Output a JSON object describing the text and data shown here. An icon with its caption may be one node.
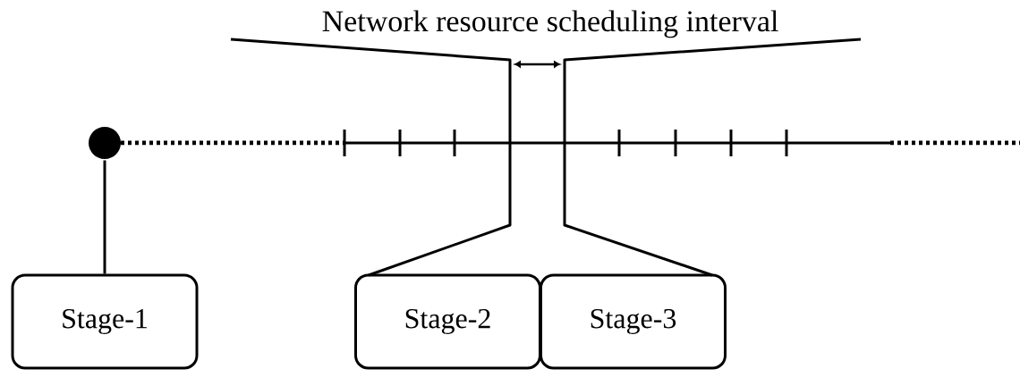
{
  "diagram": {
    "nodes": [
      {
        "text": [],
        "shape": "circle"
      },
      {
        "text": [
          "Stage-1"
        ]
      },
      {
        "text": [
          "Stage-2"
        ]
      },
      {
        "text": [
          "Stage-3"
        ]
      }
    ],
    "edges": [
      {
        "from": 0,
        "to": 1,
        "arrow": "none"
      }
    ],
    "labels": [
      "Network resource scheduling interval"
    ]
  }
}
